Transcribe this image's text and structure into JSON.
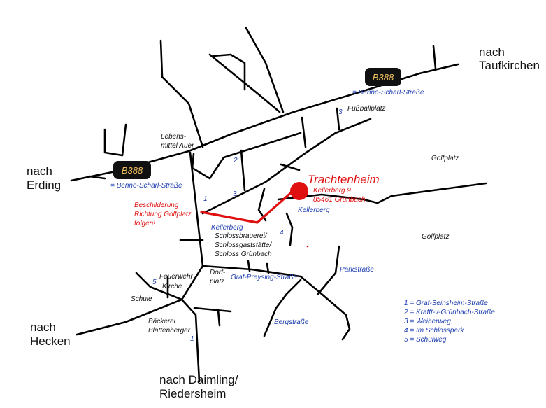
{
  "directions": {
    "taufkirchen": [
      "nach",
      "Taufkirchen"
    ],
    "erding": [
      "nach",
      "Erding"
    ],
    "hecken": [
      "nach",
      "Hecken"
    ],
    "daimling": [
      "nach Daimling/",
      "Riedersheim"
    ]
  },
  "badges": {
    "east": "B388",
    "east_name": "= Benno-Scharl-Straße",
    "west": "B388",
    "west_name": "= Benno-Scharl-Straße"
  },
  "destination": {
    "title": "Trachtenheim",
    "address_1": "Kellerberg 9",
    "address_2": "85461 Grünbach"
  },
  "signage": [
    "Beschilderung",
    "Richtung Golfplatz",
    "folgen!"
  ],
  "landmarks": {
    "lebensmittel": [
      "Lebens-",
      "mittel Auer"
    ],
    "fussballplatz": "Fußballplatz",
    "golfplatz_1": "Golfplatz",
    "golfplatz_2": "Golfplatz",
    "schlossbrauerei": [
      "Schlossbrauerei/",
      "Schlossgaststätte/",
      "Schloss Grünbach"
    ],
    "dorfplatz": [
      "Dorf-",
      "platz"
    ],
    "feuerwehr": [
      "Feuerwehr",
      "Kirche"
    ],
    "schule": "Schule",
    "baeckerei": [
      "Bäckerei",
      "Blattenberger"
    ]
  },
  "streets": {
    "kellerberg_1": "Kellerberg",
    "kellerberg_2": "Kellerberg",
    "graf_preysing": "Graf-Preysing-Straße",
    "parkstrasse": "Parkstraße",
    "bergstrasse": "Bergstraße"
  },
  "numbers": {
    "n1_top": "1",
    "n2": "2",
    "n3_left": "3",
    "n3_right": "3",
    "n4": "4",
    "n5": "5",
    "n1_bottom": "1"
  },
  "legend": [
    "1 = Graf-Seinsheim-Straße",
    "2 = Krafft-v-Grünbach-Straße",
    "3 = Weiherweg",
    "4 = Im Schlosspark",
    "5 = Schulweg"
  ],
  "colors": {
    "route": "#e01010",
    "street_label": "#2040b0",
    "badge_bg": "#111111",
    "badge_text": "#f0c060"
  }
}
